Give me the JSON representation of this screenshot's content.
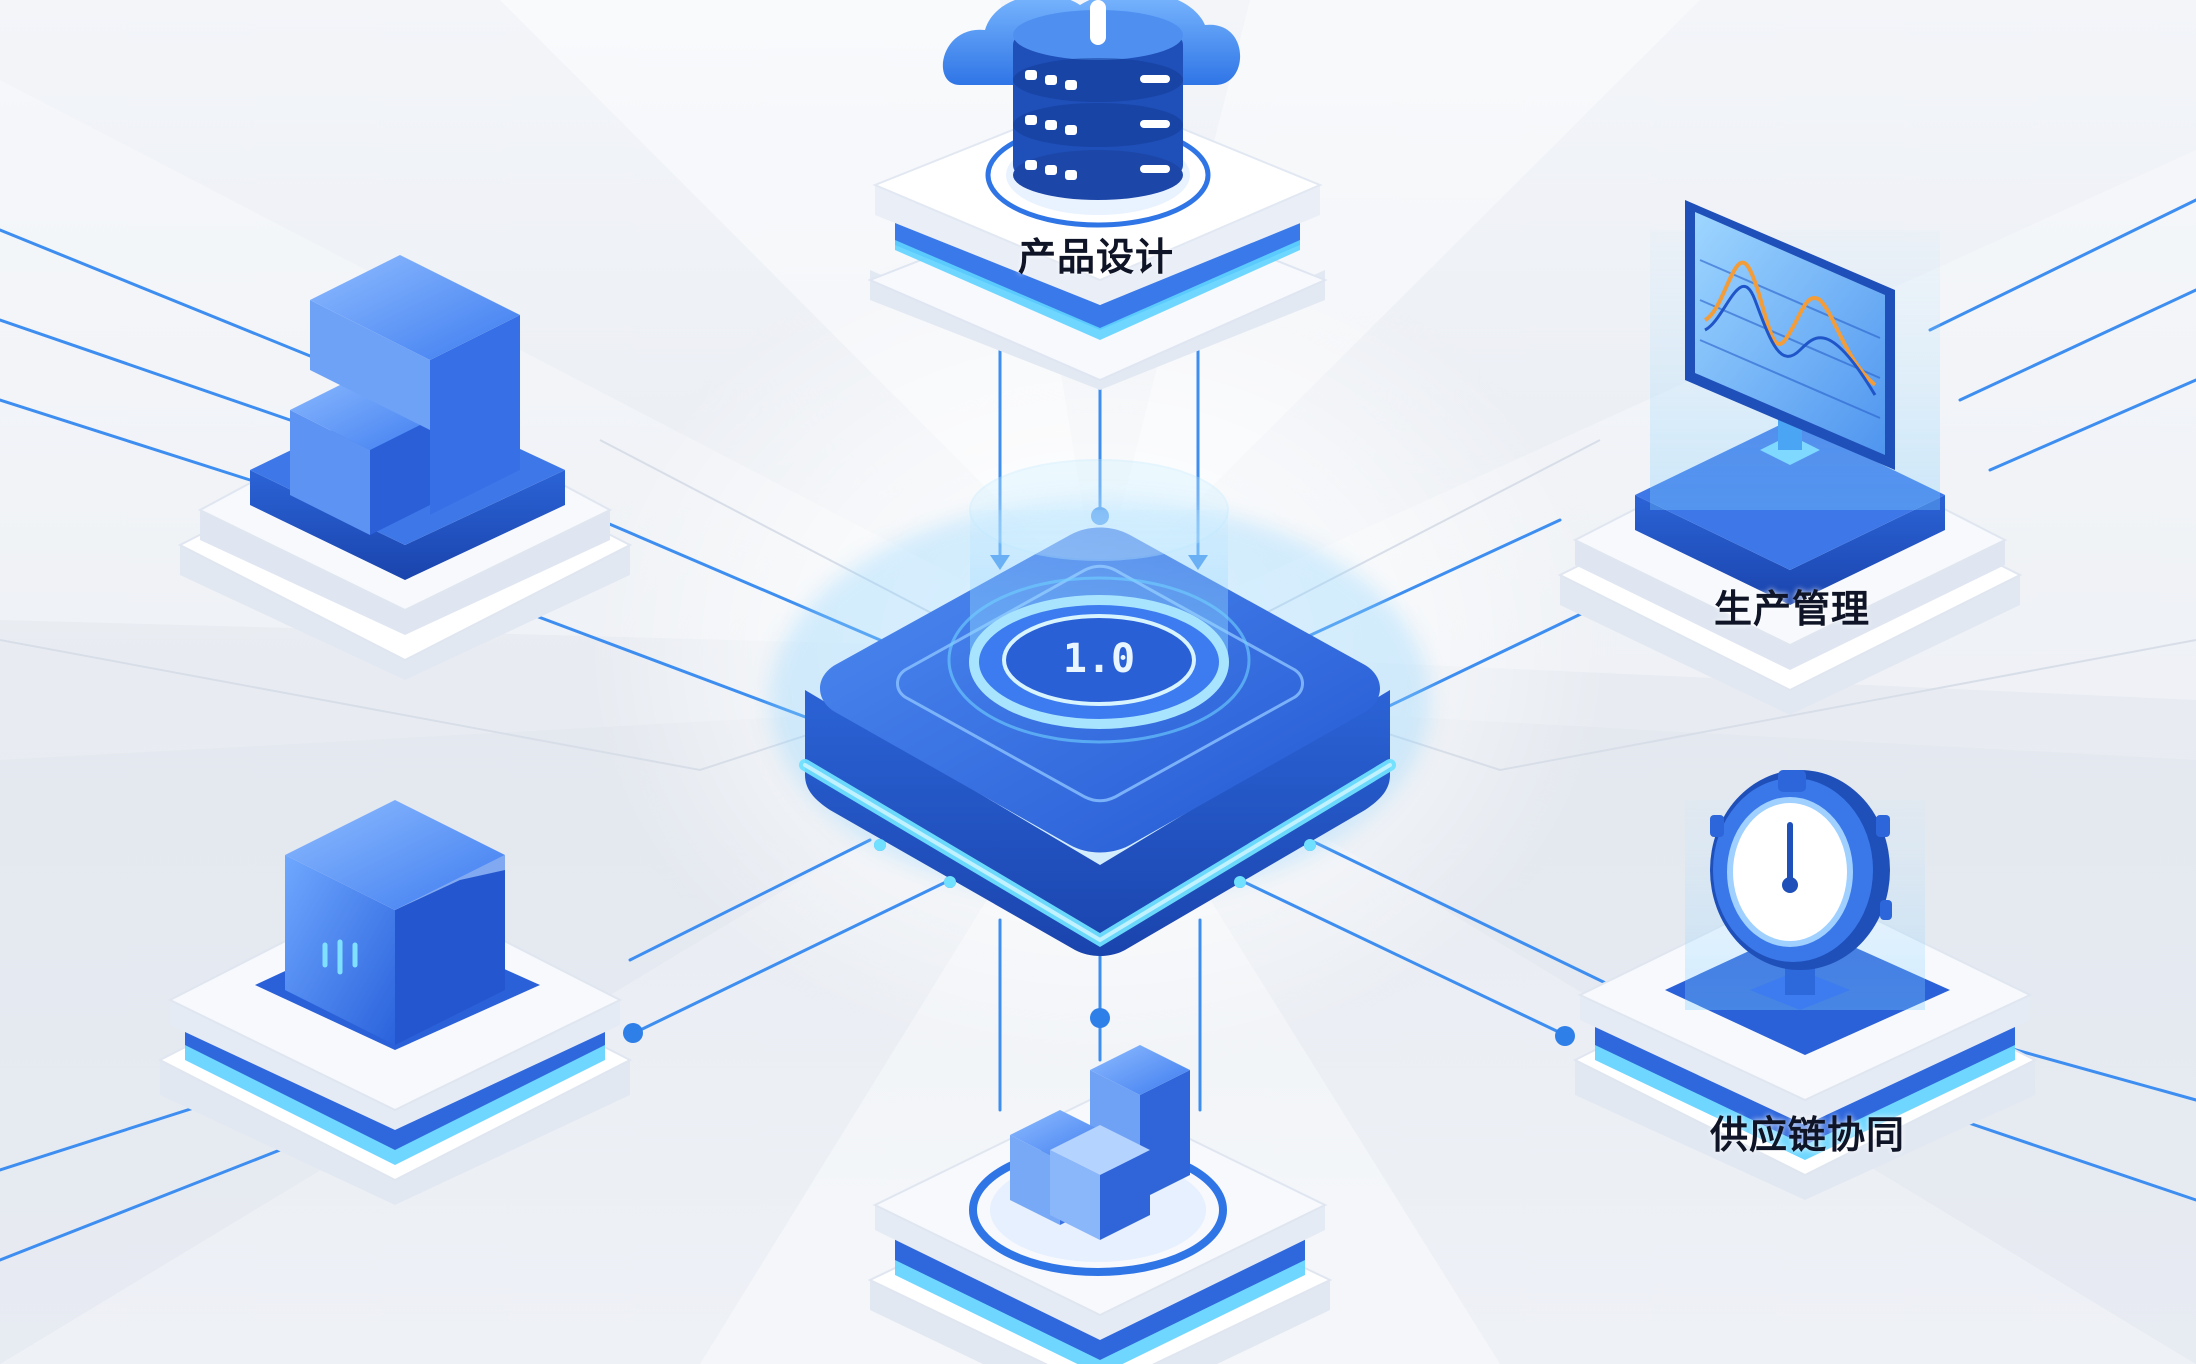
{
  "diagram": {
    "hub": {
      "badge": "1.0"
    },
    "nodes": [
      {
        "id": "top",
        "label": "产品设计",
        "icon": "cloud-database-icon"
      },
      {
        "id": "right-upper",
        "label": "生产管理",
        "icon": "monitor-chart-icon"
      },
      {
        "id": "right-lower",
        "label": "供应链协同",
        "icon": "gauge-icon"
      },
      {
        "id": "left-upper",
        "label": "",
        "icon": "stepped-blocks-icon"
      },
      {
        "id": "left-lower",
        "label": "",
        "icon": "server-box-icon"
      },
      {
        "id": "bottom",
        "label": "",
        "icon": "cubes-icon"
      }
    ],
    "colors": {
      "accent": "#2e6fe0",
      "accent_dark": "#1746b8",
      "glow": "#45c7ff",
      "line": "#3d8ef0",
      "platform": "#f7f9fd",
      "background": "#e9edf3"
    }
  }
}
